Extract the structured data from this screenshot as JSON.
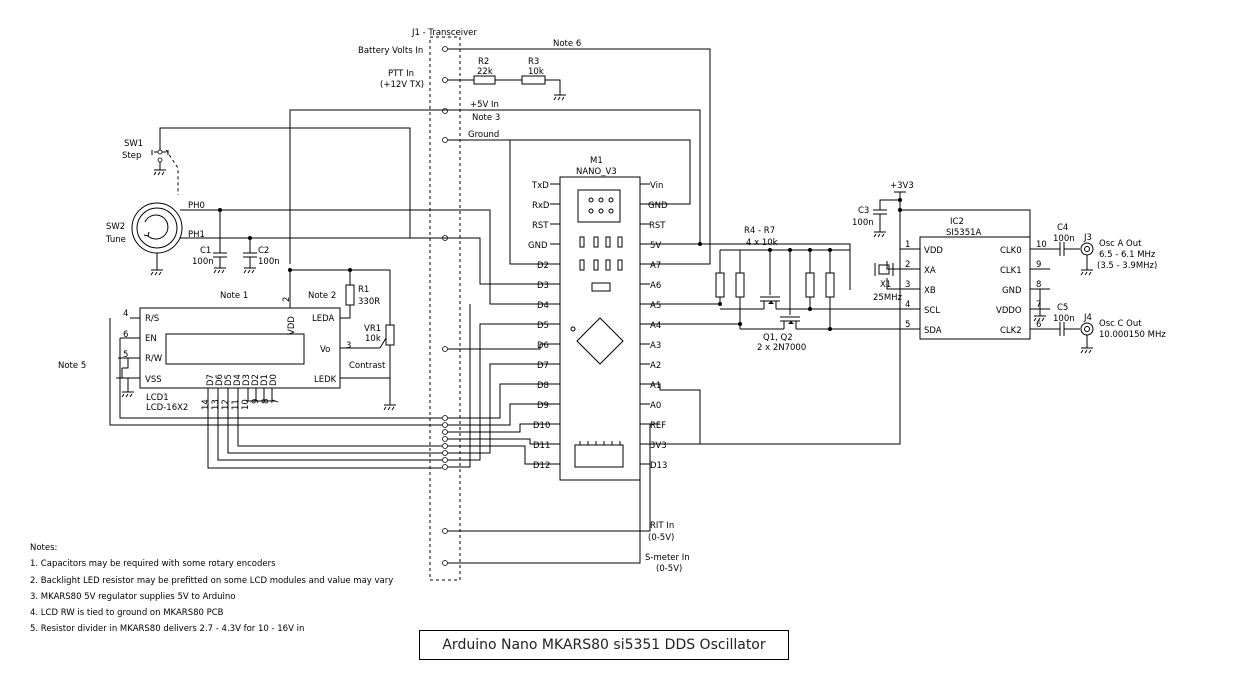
{
  "title": "Arduino Nano MKARS80 si5351 DDS Oscillator",
  "notes": {
    "heading": "Notes:",
    "items": [
      "1. Capacitors may be required with some rotary encoders",
      "2. Backlight LED resistor may be prefitted on some LCD modules and value may vary",
      "3. MKARS80 5V regulator supplies 5V to Arduino",
      "4. LCD RW is tied to ground on MKARS80 PCB",
      "5. Resistor divider in MKARS80 delivers 2.7 - 4.3V for 10 - 16V in"
    ]
  },
  "connector": {
    "name": "J1 - Transceiver",
    "battery": "Battery Volts In",
    "ptt1": "PTT In",
    "ptt2": "(+12V TX)",
    "v5": "+5V In",
    "note3": "Note 3",
    "ground": "Ground",
    "note6": "Note 6",
    "rit1": "RIT In",
    "rit2": "(0-5V)",
    "smeter1": "S-meter In",
    "smeter2": "(0-5V)"
  },
  "resistors": {
    "r2_ref": "R2",
    "r2_val": "22k",
    "r3_ref": "R3",
    "r3_val": "10k",
    "r1_ref": "R1",
    "r1_val": "330R",
    "vr1_ref": "VR1",
    "vr1_val": "10k",
    "vr1_label": "Contrast",
    "r47_ref": "R4 - R7",
    "r47_val": "4 x 10k"
  },
  "switches": {
    "sw1_ref": "SW1",
    "sw1_val": "Step",
    "sw2_ref": "SW2",
    "sw2_val": "Tune",
    "ph0": "PH0",
    "ph1": "PH1"
  },
  "caps": {
    "c1_ref": "C1",
    "c1_val": "100n",
    "c2_ref": "C2",
    "c2_val": "100n",
    "c3_ref": "C3",
    "c3_val": "100n",
    "c4_ref": "C4",
    "c4_val": "100n",
    "c5_ref": "C5",
    "c5_val": "100n",
    "note1": "Note 1",
    "note2": "Note 2",
    "note5": "Note 5"
  },
  "nano": {
    "ref": "M1",
    "name": "NANO_V3",
    "left_pins": [
      "TxD",
      "RxD",
      "RST",
      "GND",
      "D2",
      "D3",
      "D4",
      "D5",
      "D6",
      "D7",
      "D8",
      "D9",
      "D10",
      "D11",
      "D12"
    ],
    "right_pins": [
      "Vin",
      "GND",
      "RST",
      "5V",
      "A7",
      "A6",
      "A5",
      "A4",
      "A3",
      "A2",
      "A1",
      "A0",
      "REF",
      "3V3",
      "D13"
    ]
  },
  "lcd": {
    "ref": "LCD1",
    "name": "LCD-16X2",
    "pins_left": [
      "R/S",
      "EN",
      "R/W",
      "VSS"
    ],
    "pin_nums_left": [
      "4",
      "6",
      "5"
    ],
    "vdd": "VDD",
    "vdd_num": "2",
    "leda": "LEDA",
    "vo": "Vo",
    "vo_num": "3",
    "ledk": "LEDK",
    "data": [
      "D7",
      "D6",
      "D5",
      "D4",
      "D3",
      "D2",
      "D1",
      "D0"
    ],
    "data_nums": [
      "14",
      "13",
      "12",
      "11",
      "10",
      "9",
      "8",
      "7"
    ]
  },
  "si5351": {
    "ref": "IC2",
    "name": "SI5351A",
    "left": [
      "VDD",
      "XA",
      "XB",
      "SCL",
      "SDA"
    ],
    "left_nums": [
      "1",
      "2",
      "3",
      "4",
      "5"
    ],
    "right": [
      "CLK0",
      "CLK1",
      "GND",
      "VDDO",
      "CLK2"
    ],
    "right_nums": [
      "10",
      "9",
      "8",
      "7",
      "6"
    ],
    "supply": "+3V3",
    "x1_ref": "X1",
    "x1_val": "25MHz"
  },
  "fets": {
    "ref": "Q1, Q2",
    "val": "2 x 2N7000"
  },
  "outputs": {
    "j3_ref": "J3",
    "j3_name": "Osc A Out",
    "j3_f1": "6.5 - 6.1 MHz",
    "j3_f2": "(3.5 - 3.9MHz)",
    "j4_ref": "J4",
    "j4_name": "Osc C Out",
    "j4_f1": "10.000150 MHz"
  }
}
